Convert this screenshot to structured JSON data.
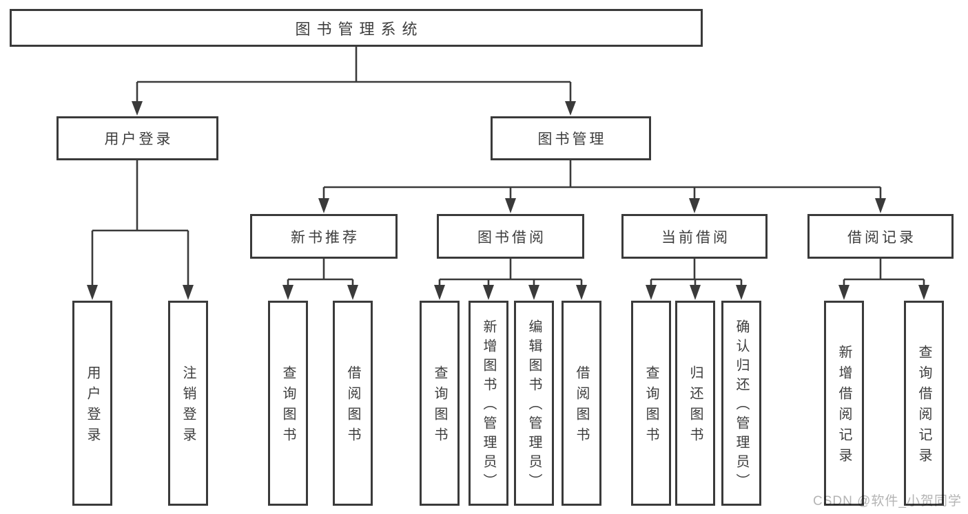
{
  "colors": {
    "line": "#3a3a3a",
    "box_border": "#3a3a3a",
    "text": "#3d3d3d",
    "watermark": "#b4b4b4",
    "background": "#ffffff"
  },
  "watermark": {
    "text": "CSDN @软件_小贺同学"
  },
  "tree": {
    "root": {
      "label": "图书管理系统",
      "children": [
        {
          "label": "用户登录",
          "children": [
            {
              "label": "用户登录"
            },
            {
              "label": "注销登录"
            }
          ]
        },
        {
          "label": "图书管理",
          "children": [
            {
              "label": "新书推荐",
              "children": [
                {
                  "label": "查询图书"
                },
                {
                  "label": "借阅图书"
                }
              ]
            },
            {
              "label": "图书借阅",
              "children": [
                {
                  "label": "查询图书"
                },
                {
                  "label": "新增图书（管理员）"
                },
                {
                  "label": "编辑图书（管理员）"
                },
                {
                  "label": "借阅图书"
                }
              ]
            },
            {
              "label": "当前借阅",
              "children": [
                {
                  "label": "查询图书"
                },
                {
                  "label": "归还图书"
                },
                {
                  "label": "确认归还（管理员）"
                }
              ]
            },
            {
              "label": "借阅记录",
              "children": [
                {
                  "label": "新增借阅记录"
                },
                {
                  "label": "查询借阅记录"
                }
              ]
            }
          ]
        }
      ]
    }
  }
}
